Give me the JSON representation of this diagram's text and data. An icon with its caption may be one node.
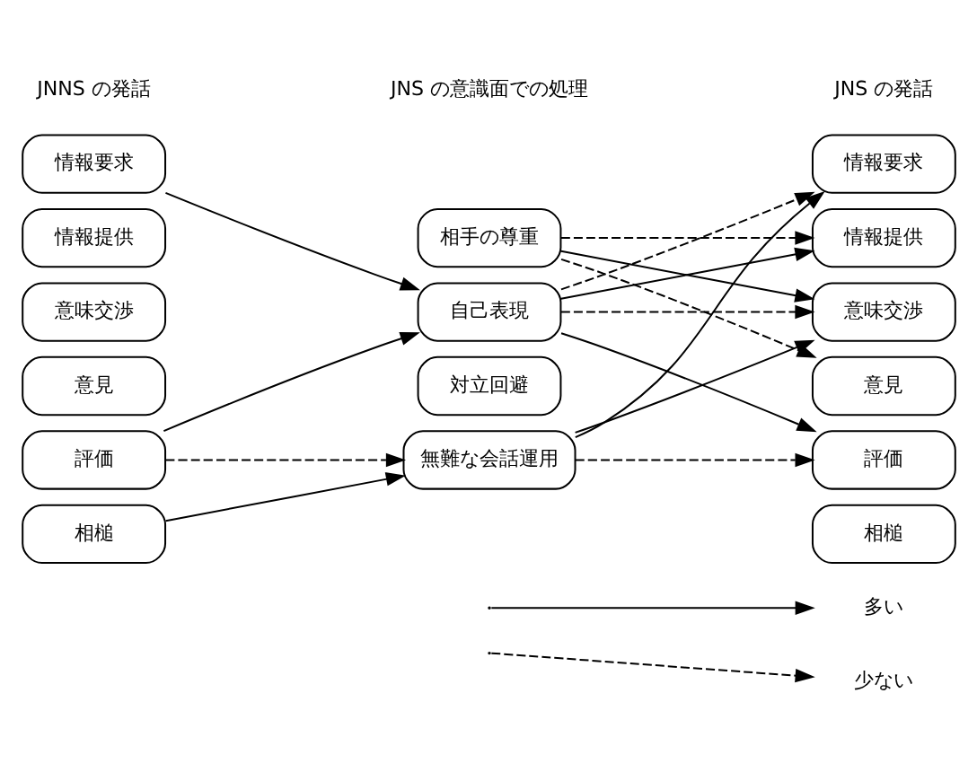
{
  "diagram": {
    "nodes": [
      {
        "text": [
          "情報要求"
        ]
      },
      {
        "text": [
          "情報提供"
        ]
      },
      {
        "text": [
          "意味交渉"
        ]
      },
      {
        "text": [
          "意見"
        ]
      },
      {
        "text": [
          "評価"
        ]
      },
      {
        "text": [
          "相槌"
        ]
      },
      {
        "text": [
          "相手の尊重"
        ]
      },
      {
        "text": [
          "自己表現"
        ]
      },
      {
        "text": [
          "対立回避"
        ]
      },
      {
        "text": [
          "無難な会話運用"
        ]
      },
      {
        "text": [
          "情報要求"
        ]
      },
      {
        "text": [
          "情報提供"
        ]
      },
      {
        "text": [
          "意味交渉"
        ]
      },
      {
        "text": [
          "意見"
        ]
      },
      {
        "text": [
          "評価"
        ]
      },
      {
        "text": [
          "相槌"
        ]
      }
    ],
    "edges": [
      {
        "from": 0,
        "to": 7,
        "arrow": "to"
      },
      {
        "from": 4,
        "to": 7,
        "arrow": "to"
      },
      {
        "from": 4,
        "to": 9,
        "arrow": "to",
        "style": "dashed"
      },
      {
        "from": 5,
        "to": 9,
        "arrow": "to"
      },
      {
        "from": 6,
        "to": 11,
        "arrow": "to",
        "style": "dashed"
      },
      {
        "from": 6,
        "to": 12,
        "arrow": "to"
      },
      {
        "from": 6,
        "to": 13,
        "arrow": "to",
        "style": "dashed"
      },
      {
        "from": 7,
        "to": 10,
        "arrow": "to",
        "style": "dashed"
      },
      {
        "from": 7,
        "to": 11,
        "arrow": "to"
      },
      {
        "from": 7,
        "to": 12,
        "arrow": "to",
        "style": "dashed"
      },
      {
        "from": 7,
        "to": 14,
        "arrow": "to"
      },
      {
        "from": 9,
        "to": 10,
        "arrow": "to"
      },
      {
        "from": 9,
        "to": 12,
        "arrow": "to"
      },
      {
        "from": 9,
        "to": 14,
        "arrow": "to",
        "style": "dashed"
      }
    ],
    "labels": [
      "JNNS の発話",
      "JNS の意識面での処理",
      "JNS の発話"
    ],
    "legend": [
      {
        "text": "多い"
      },
      {
        "text": "少ない"
      }
    ]
  }
}
